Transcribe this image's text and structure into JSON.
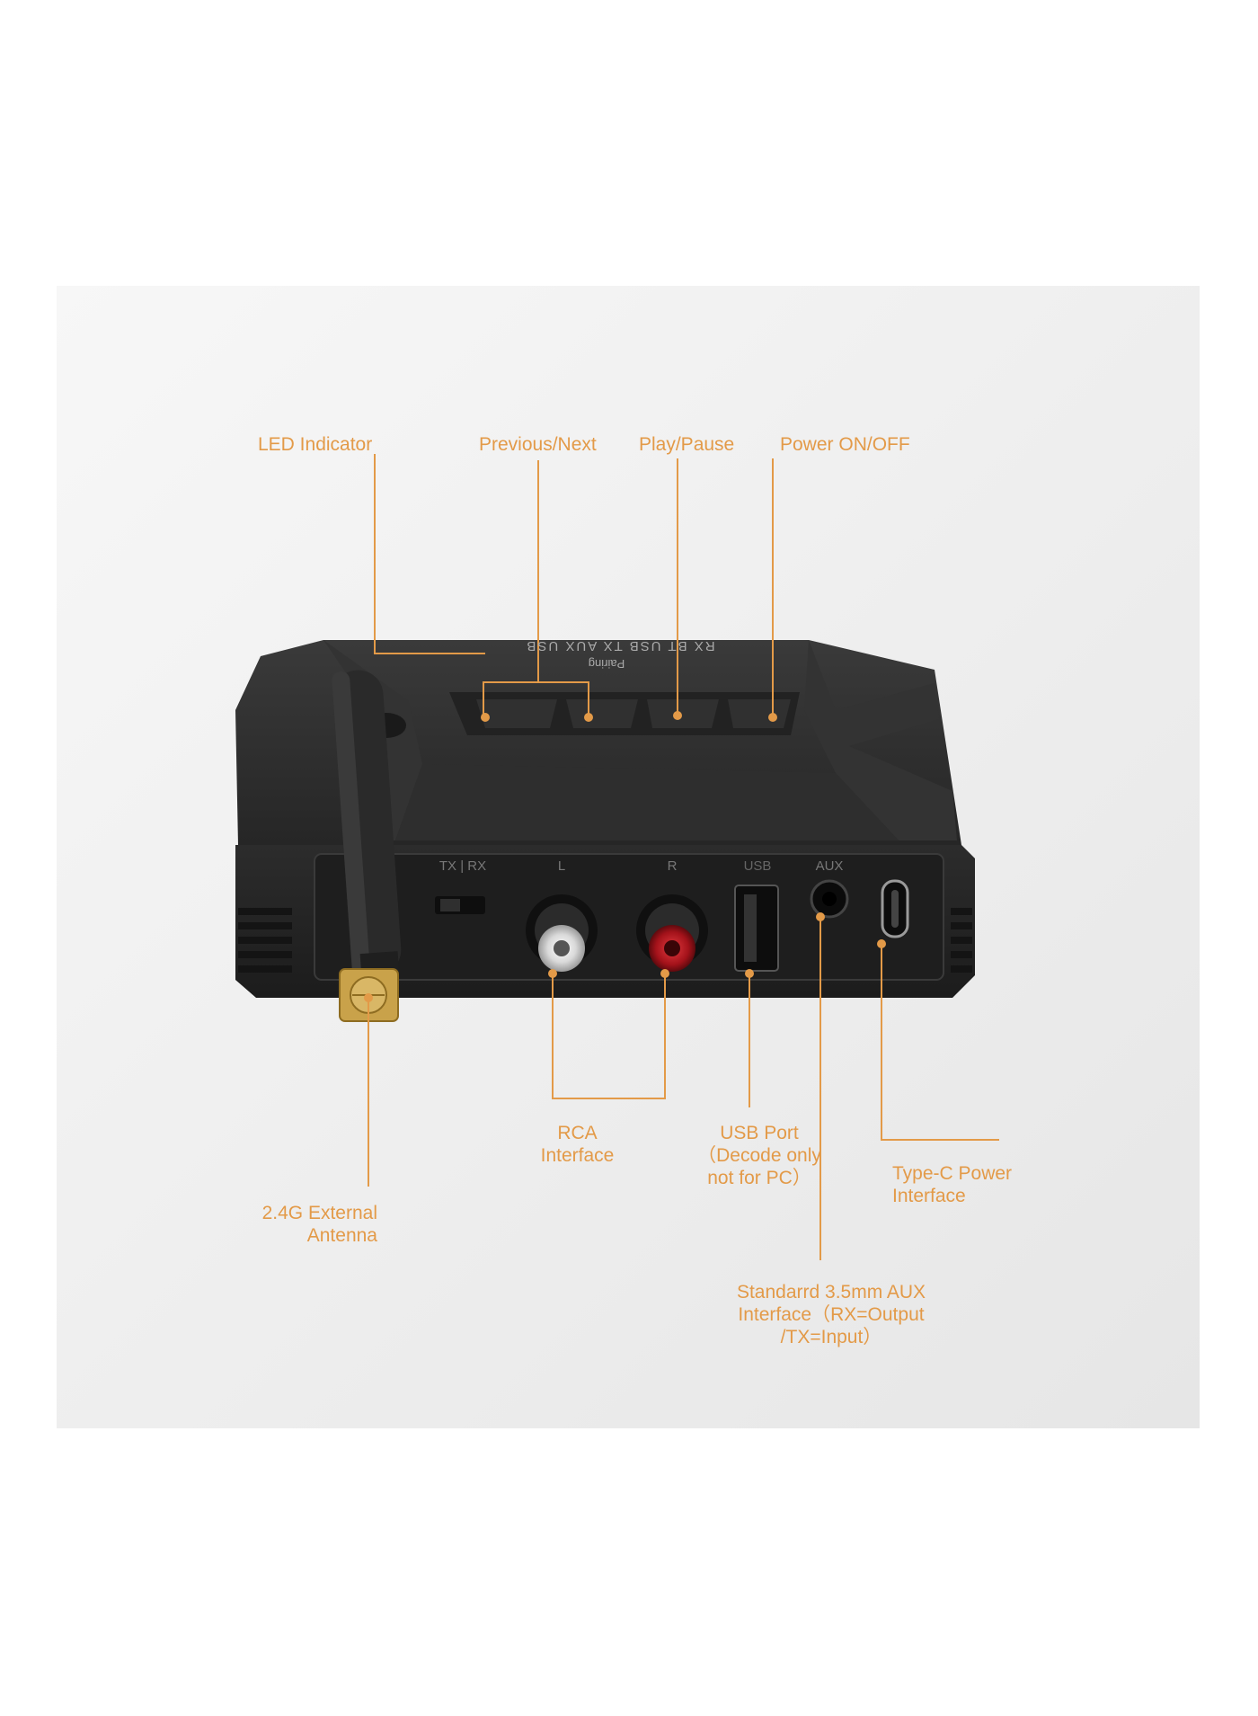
{
  "colors": {
    "accent": "#e39a48",
    "panel": "#efefef",
    "device": "#2a2a2a",
    "rca_left": "#e8e8e8",
    "rca_right": "#b3141b",
    "antenna_base": "#c9a24a"
  },
  "device": {
    "top_labels": "RX  BT  USB  TX  AUX  USB",
    "pairing": "Pairing",
    "switch_label": "TX | RX",
    "rca_left_label": "L",
    "rca_right_label": "R",
    "usb_label": "USB",
    "aux_label": "AUX"
  },
  "callouts": {
    "led": "LED Indicator",
    "prev_next": "Previous/Next",
    "play_pause": "Play/Pause",
    "power": "Power ON/OFF",
    "antenna": [
      "2.4G External",
      "Antenna"
    ],
    "rca": [
      "RCA",
      "Interface"
    ],
    "usb": [
      "USB Port",
      "（Decode only",
      "not for PC）"
    ],
    "type_c": [
      "Type-C Power",
      "Interface"
    ],
    "aux": [
      "Standarrd 3.5mm AUX",
      "Interface（RX=Output",
      "/TX=Input）"
    ]
  }
}
